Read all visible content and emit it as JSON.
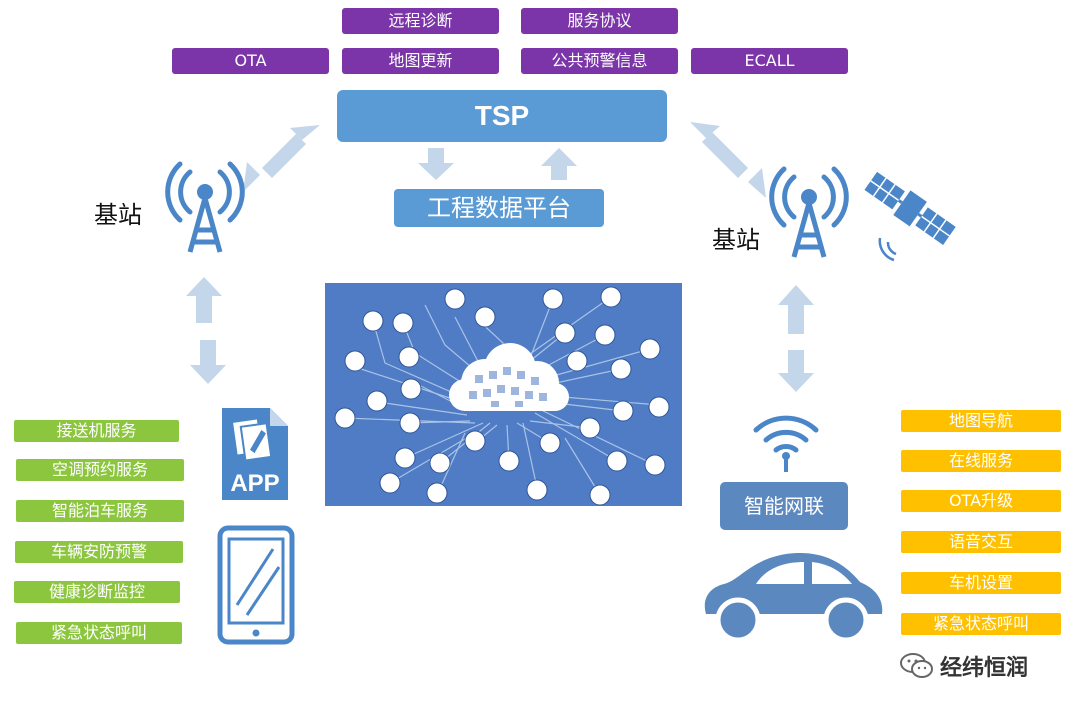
{
  "top_services_row1": [
    "远程诊断",
    "服务协议"
  ],
  "top_services_row2": [
    "OTA",
    "地图更新",
    "公共预警信息",
    "ECALL"
  ],
  "tsp_label": "TSP",
  "engineering_platform": "工程数据平台",
  "base_station_left": "基站",
  "base_station_right": "基站",
  "app_label": "APP",
  "smart_connect": "智能网联",
  "app_services": [
    "接送机服务",
    "空调预约服务",
    "智能泊车服务",
    "车辆安防预警",
    "健康诊断监控",
    "紧急状态呼叫"
  ],
  "vehicle_services": [
    "地图导航",
    "在线服务",
    "OTA升级",
    "语音交互",
    "车机设置",
    "紧急状态呼叫"
  ],
  "brand": "经纬恒润",
  "colors": {
    "purple": "#7b35a9",
    "tsp_blue": "#5b9bd5",
    "arrow_blue": "#c3d6ea",
    "green": "#8cc63f",
    "yellow": "#ffc000",
    "iot_bg": "#4f7cc4",
    "icon_blue": "#4a86c8"
  }
}
